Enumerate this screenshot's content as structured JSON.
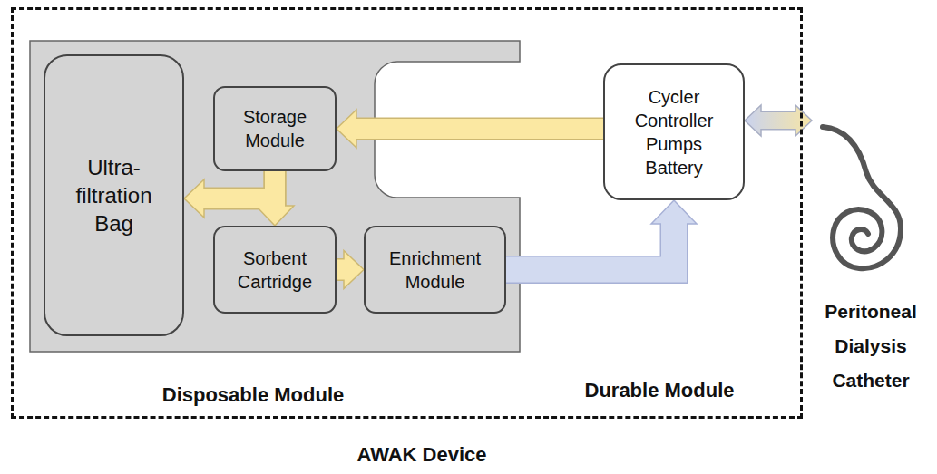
{
  "diagram": {
    "nodes": [
      {
        "text": [
          "AWAK Device"
        ]
      },
      {
        "text": [
          "Disposable Module"
        ],
        "in": 0
      },
      {
        "text": [
          "Ultra- filtration Bag"
        ],
        "in": 1
      },
      {
        "text": [
          "Storage Module"
        ],
        "in": 1
      },
      {
        "text": [
          "Sorbent Cartridge"
        ],
        "in": 1
      },
      {
        "text": [
          "Enrichment Module"
        ],
        "in": 1
      },
      {
        "text": [
          "Cycler Controller Pumps Battery"
        ],
        "in": 0
      },
      {
        "text": [
          "Peritoneal Dialysis Catheter"
        ]
      }
    ],
    "edges": [
      {
        "from": 6,
        "to": 3,
        "arrow": "to"
      },
      {
        "from": 3,
        "to": 2,
        "arrow": "to"
      },
      {
        "from": 3,
        "to": 4,
        "arrow": "to"
      },
      {
        "from": 4,
        "to": 5,
        "arrow": "to"
      },
      {
        "from": 5,
        "to": 6,
        "arrow": "to"
      },
      {
        "from": 6,
        "to": 7,
        "arrow": "both"
      }
    ],
    "labels": [
      "Durable Module"
    ]
  }
}
